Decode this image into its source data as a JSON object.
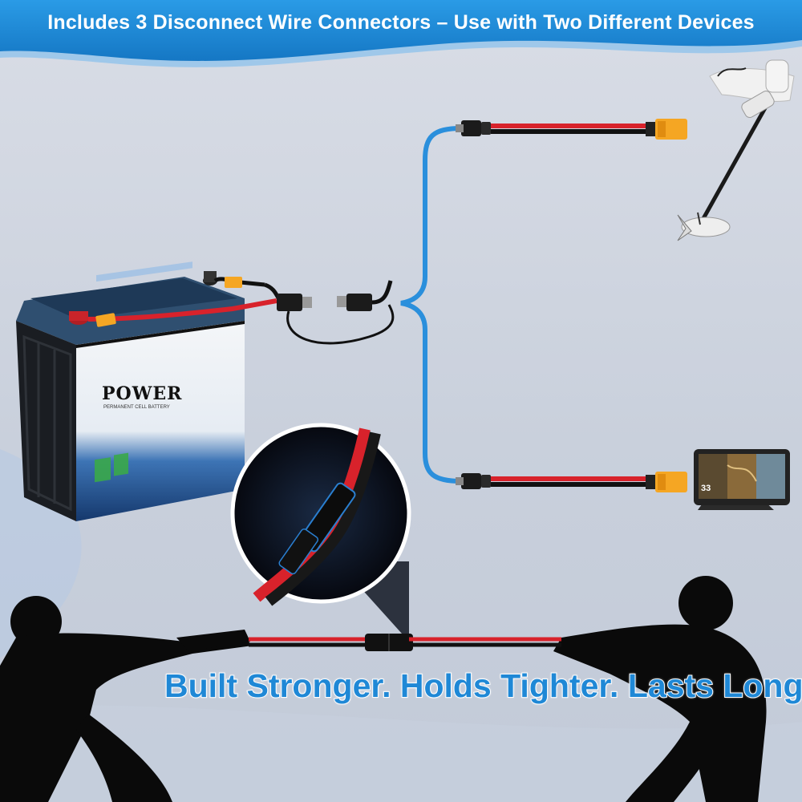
{
  "header": {
    "title": "Includes 3 Disconnect Wire Connectors – Use with Two Different Devices",
    "bg_color": "#1a8fd8"
  },
  "battery": {
    "brand": "POWER",
    "subtitle": "PERMANENT CELL BATTERY"
  },
  "devices": {
    "top": "trolling-motor",
    "bottom": "fish-finder",
    "fish_finder_reading": "33"
  },
  "tagline": {
    "text": "Built Stronger. Holds Tighter. Lasts Longer.",
    "color": "#1f88d6"
  },
  "colors": {
    "wire_red": "#d8222b",
    "wire_black": "#111111",
    "connector_yellow": "#f5a623",
    "accent_blue": "#2a8fdc"
  }
}
